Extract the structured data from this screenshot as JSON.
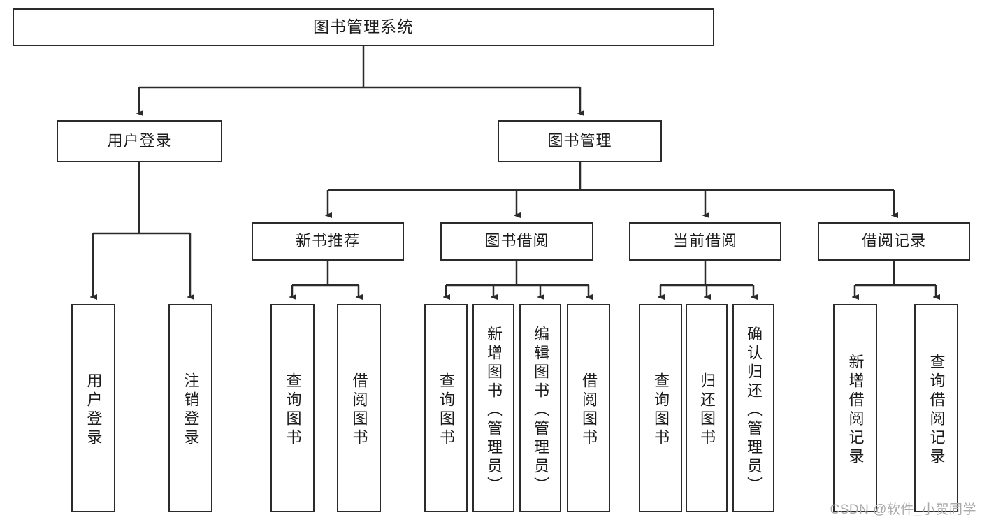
{
  "diagram": {
    "title": "图书管理系统",
    "watermark": "CSDN @软件_小贺同学",
    "colors": {
      "line": "#2b2b2b",
      "box_border": "#2b2b2b",
      "box_fill": "#ffffff",
      "text": "#1b1b1b",
      "watermark": "#a9a9a9"
    },
    "root": {
      "label": "图书管理系统"
    },
    "level2": [
      {
        "label": "用户登录"
      },
      {
        "label": "图书管理"
      }
    ],
    "level3": [
      {
        "label": "新书推荐"
      },
      {
        "label": "图书借阅"
      },
      {
        "label": "当前借阅"
      },
      {
        "label": "借阅记录"
      }
    ],
    "leaves": {
      "user_login": [
        {
          "label": "用户登录"
        },
        {
          "label": "注销登录"
        }
      ],
      "new_book_recommend": [
        {
          "label": "查询图书"
        },
        {
          "label": "借阅图书"
        }
      ],
      "book_borrow": [
        {
          "label": "查询图书"
        },
        {
          "label": "新增图书（管理员）"
        },
        {
          "label": "编辑图书（管理员）"
        },
        {
          "label": "借阅图书"
        }
      ],
      "current_borrow": [
        {
          "label": "查询图书"
        },
        {
          "label": "归还图书"
        },
        {
          "label": "确认归还（管理员）"
        }
      ],
      "borrow_record": [
        {
          "label": "新增借阅记录"
        },
        {
          "label": "查询借阅记录"
        }
      ]
    }
  }
}
